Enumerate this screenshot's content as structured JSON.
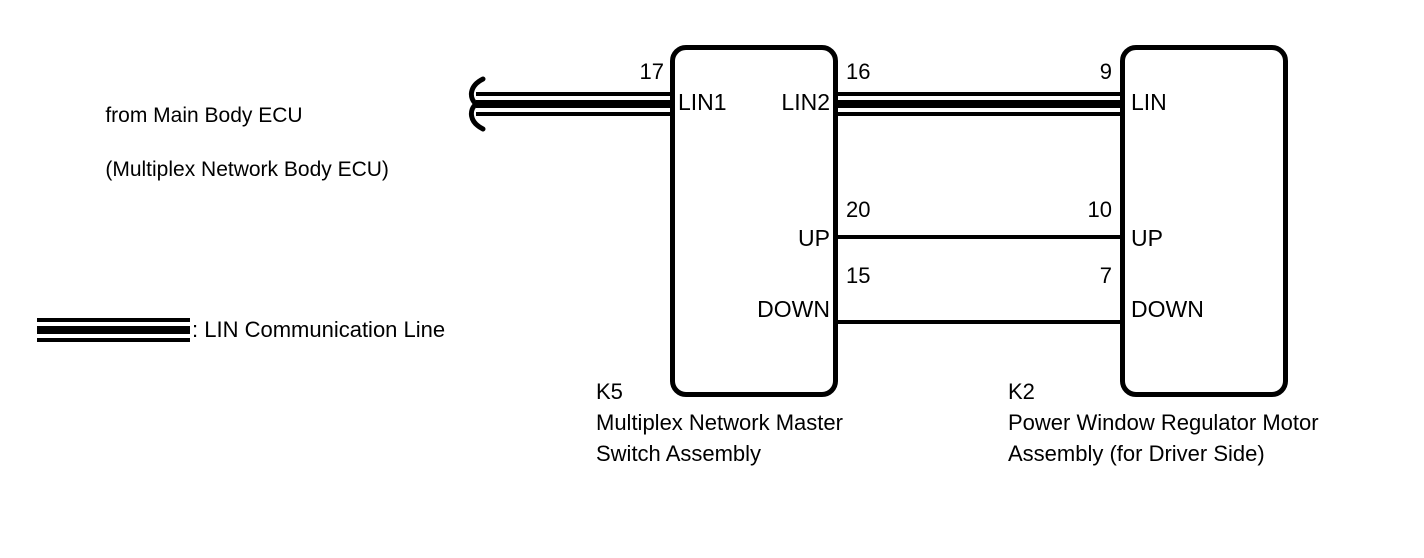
{
  "diagram": {
    "type": "automotive-wiring-schematic",
    "source": {
      "line1": "from Main Body ECU",
      "line2": "(Multiplex Network Body ECU)",
      "connector_marker": "off-diagram-bracket"
    },
    "legend": {
      "symbol": "triple-line",
      "text": ": LIN Communication Line"
    },
    "components": [
      {
        "code": "K5",
        "name_line1": "Multiplex Network Master",
        "name_line2": "Switch Assembly",
        "pins_left": [
          {
            "number": "17",
            "label": "LIN1"
          }
        ],
        "pins_right": [
          {
            "number": "16",
            "label": "LIN2"
          },
          {
            "number": "20",
            "label": "UP"
          },
          {
            "number": "15",
            "label": "DOWN"
          }
        ]
      },
      {
        "code": "K2",
        "name_line1": "Power Window Regulator Motor",
        "name_line2": "Assembly (for Driver Side)",
        "pins_left": [
          {
            "number": "9",
            "label": "LIN"
          },
          {
            "number": "10",
            "label": "UP"
          },
          {
            "number": "7",
            "label": "DOWN"
          }
        ],
        "pins_right": []
      }
    ],
    "connections": [
      {
        "from": "K5.16",
        "to": "K2.9",
        "signal": "LIN",
        "style": "lin-communication-line"
      },
      {
        "from": "K5.20",
        "to": "K2.10",
        "signal": "UP",
        "style": "single-line"
      },
      {
        "from": "K5.15",
        "to": "K2.7",
        "signal": "DOWN",
        "style": "single-line"
      },
      {
        "from": "Main Body ECU",
        "to": "K5.17",
        "signal": "LIN",
        "style": "lin-communication-line"
      }
    ],
    "colors": {
      "ink": "#000000",
      "background": "#ffffff"
    }
  }
}
